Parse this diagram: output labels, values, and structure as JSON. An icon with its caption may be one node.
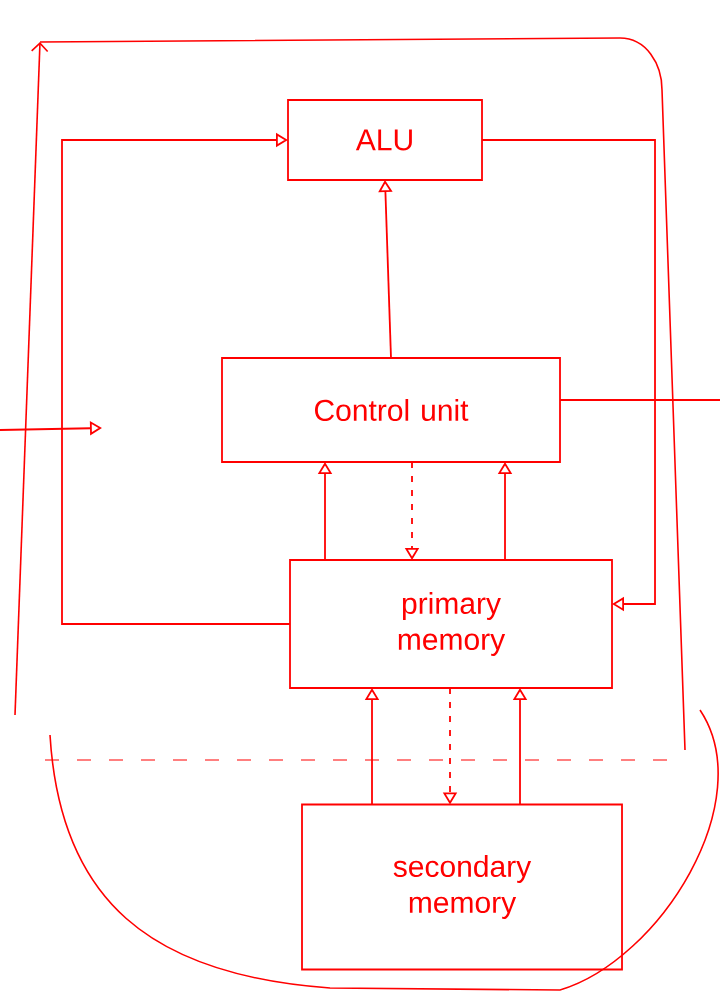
{
  "diagram": {
    "nodes": [
      {
        "text": [
          "ALU"
        ]
      },
      {
        "text": [
          "Control unit"
        ]
      },
      {
        "text": [
          "primary memory"
        ]
      },
      {
        "text": [
          "secondary memory"
        ]
      }
    ],
    "edges": [
      {
        "from": 1,
        "to": 0,
        "arrow": "to"
      },
      {
        "from": 2,
        "to": 1,
        "arrow": "to"
      },
      {
        "from": 2,
        "to": 1,
        "arrow": "to"
      },
      {
        "from": 1,
        "to": 2,
        "arrow": "to",
        "style": "dashed"
      },
      {
        "from": 3,
        "to": 2,
        "arrow": "to"
      },
      {
        "from": 3,
        "to": 2,
        "arrow": "to"
      },
      {
        "from": 2,
        "to": 3,
        "arrow": "to",
        "style": "dashed"
      },
      {
        "from": 2,
        "to": 0,
        "arrow": "to"
      },
      {
        "from": 0,
        "to": 2,
        "arrow": "to"
      },
      {
        "from": 1,
        "to": null,
        "arrow": "none"
      }
    ]
  }
}
